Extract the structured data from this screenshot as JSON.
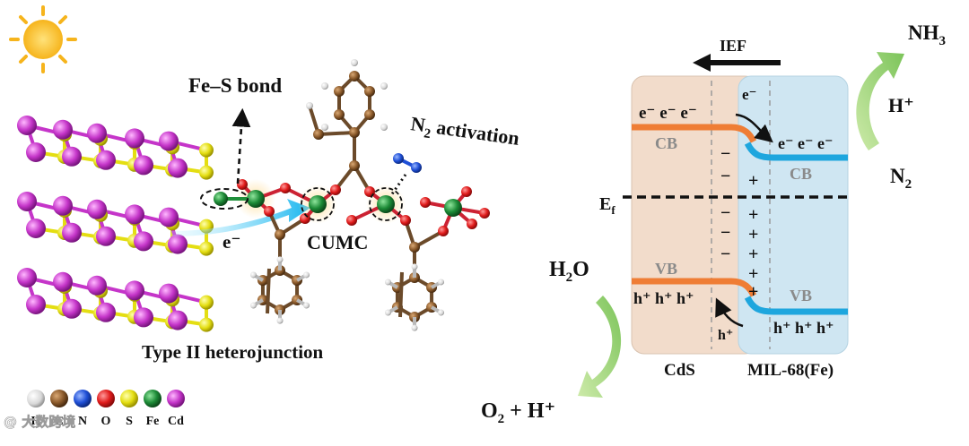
{
  "left_panel": {
    "bond_label": "Fe–S bond",
    "activation_label_prefix": "N",
    "activation_label_sub": "2",
    "activation_label_suffix": " activation",
    "electron_label": "e⁻",
    "cumc_label": "CUMC",
    "junction_label": "Type II heterojunction",
    "legend": [
      {
        "symbol": "H",
        "color": "#e6e6e6"
      },
      {
        "symbol": "C",
        "color": "#8b5a2b"
      },
      {
        "symbol": "N",
        "color": "#1f4fd6"
      },
      {
        "symbol": "O",
        "color": "#e01b1b"
      },
      {
        "symbol": "S",
        "color": "#e8e21a"
      },
      {
        "symbol": "Fe",
        "color": "#1f8f3a"
      },
      {
        "symbol": "Cd",
        "color": "#d46ad6"
      }
    ]
  },
  "band_diagram": {
    "ief_label": "IEF",
    "ef_main": "E",
    "ef_sub": "f",
    "cds": {
      "name": "CdS",
      "cb_label": "CB",
      "vb_label": "VB",
      "electrons": "e⁻ e⁻ e⁻",
      "holes": "h⁺ h⁺ h⁺",
      "hole_transfer": "h⁺",
      "fill": "#f2dccb",
      "band_color": "#ef7d35"
    },
    "mil": {
      "name": "MIL-68(Fe)",
      "cb_label": "CB",
      "vb_label": "VB",
      "electrons": "e⁻ e⁻ e⁻",
      "holes": "h⁺ h⁺ h⁺",
      "electron_transfer": "e⁻",
      "fill": "#cfe6f2",
      "band_color": "#1ea6de"
    },
    "interface_charges_left": [
      "−",
      "−",
      "−",
      "−",
      "−"
    ],
    "interface_charges_right": [
      "+",
      "+",
      "+",
      "+",
      "+",
      "+"
    ],
    "reactions": {
      "nh3_main": "NH",
      "nh3_sub": "3",
      "h_plus": "H⁺",
      "n2_main": "N",
      "n2_sub": "2",
      "h2o_main": "H",
      "h2o_sub": "2",
      "h2o_suffix": "O",
      "o2_main": "O",
      "o2_sub": "2",
      "o2_suffix": " + H⁺"
    }
  },
  "watermark": "@ 大数跨境"
}
